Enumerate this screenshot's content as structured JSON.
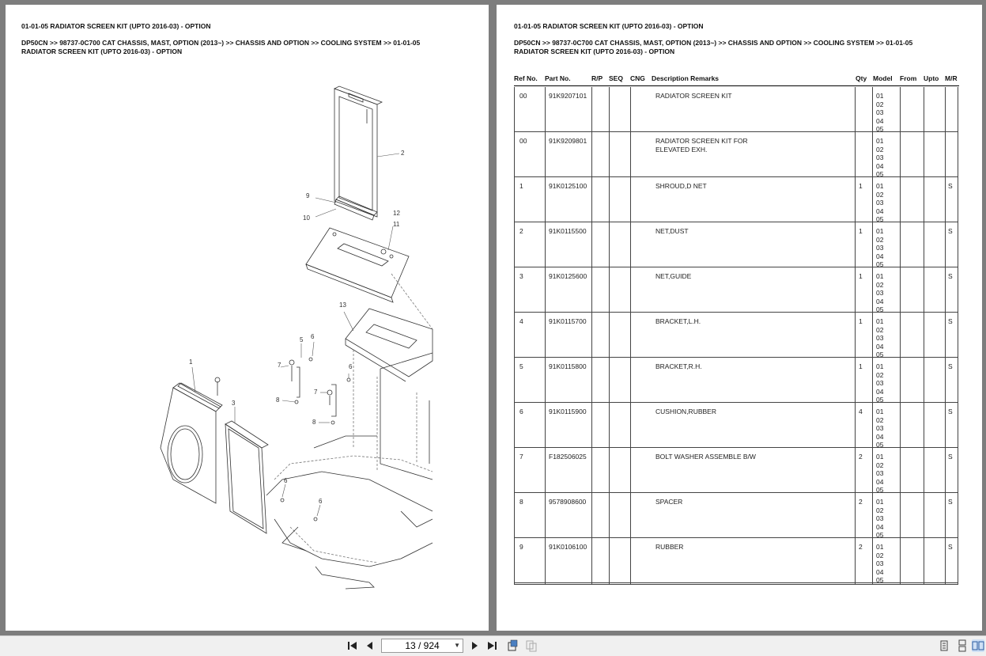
{
  "left_page": {
    "title": "01-01-05 RADIATOR SCREEN KIT (UPTO 2016-03) - OPTION",
    "breadcrumb_line1": "DP50CN >> 98737-0C700 CAT CHASSIS, MAST, OPTION (2013~) >> CHASSIS AND OPTION >> COOLING SYSTEM >> 01-01-05",
    "breadcrumb_line2": "RADIATOR SCREEN KIT (UPTO 2016-03) - OPTION",
    "callouts": [
      "2",
      "9",
      "10",
      "12",
      "11",
      "13",
      "1",
      "5",
      "6",
      "7",
      "6",
      "8",
      "7",
      "3",
      "8",
      "6",
      "6"
    ]
  },
  "right_page": {
    "title": "01-01-05 RADIATOR SCREEN KIT (UPTO 2016-03) - OPTION",
    "breadcrumb_line1": "DP50CN >> 98737-0C700 CAT CHASSIS, MAST, OPTION (2013~) >> CHASSIS AND OPTION >> COOLING SYSTEM >> 01-01-05",
    "breadcrumb_line2": "RADIATOR SCREEN KIT (UPTO 2016-03) - OPTION",
    "columns": [
      "Ref No.",
      "Part No.",
      "R/P",
      "SEQ",
      "CNG",
      "Description Remarks",
      "Qty",
      "Model",
      "From",
      "Upto",
      "M/R"
    ],
    "rows": [
      {
        "ref": "00",
        "part": "91K9207101",
        "desc1": "RADIATOR SCREEN KIT",
        "desc2": "",
        "qty": "",
        "models": [
          "01",
          "02",
          "03",
          "04",
          "05"
        ],
        "mr": ""
      },
      {
        "ref": "00",
        "part": "91K9209801",
        "desc1": "RADIATOR SCREEN KIT FOR",
        "desc2": "ELEVATED EXH.",
        "qty": "",
        "models": [
          "01",
          "02",
          "03",
          "04",
          "05"
        ],
        "mr": ""
      },
      {
        "ref": "1",
        "part": "91K0125100",
        "desc1": "SHROUD,D NET",
        "desc2": "",
        "qty": "1",
        "models": [
          "01",
          "02",
          "03",
          "04",
          "05"
        ],
        "mr": "S"
      },
      {
        "ref": "2",
        "part": "91K0115500",
        "desc1": "NET,DUST",
        "desc2": "",
        "qty": "1",
        "models": [
          "01",
          "02",
          "03",
          "04",
          "05"
        ],
        "mr": "S"
      },
      {
        "ref": "3",
        "part": "91K0125600",
        "desc1": "NET,GUIDE",
        "desc2": "",
        "qty": "1",
        "models": [
          "01",
          "02",
          "03",
          "04",
          "05"
        ],
        "mr": "S"
      },
      {
        "ref": "4",
        "part": "91K0115700",
        "desc1": "BRACKET,L.H.",
        "desc2": "",
        "qty": "1",
        "models": [
          "01",
          "02",
          "03",
          "04",
          "05"
        ],
        "mr": "S"
      },
      {
        "ref": "5",
        "part": "91K0115800",
        "desc1": "BRACKET,R.H.",
        "desc2": "",
        "qty": "1",
        "models": [
          "01",
          "02",
          "03",
          "04",
          "05"
        ],
        "mr": "S"
      },
      {
        "ref": "6",
        "part": "91K0115900",
        "desc1": "CUSHION,RUBBER",
        "desc2": "",
        "qty": "4",
        "models": [
          "01",
          "02",
          "03",
          "04",
          "05"
        ],
        "mr": "S"
      },
      {
        "ref": "7",
        "part": "F182506025",
        "desc1": "BOLT WASHER ASSEMBLE B/W",
        "desc2": "",
        "qty": "2",
        "models": [
          "01",
          "02",
          "03",
          "04",
          "05"
        ],
        "mr": "S"
      },
      {
        "ref": "8",
        "part": "9578908600",
        "desc1": "SPACER",
        "desc2": "",
        "qty": "2",
        "models": [
          "01",
          "02",
          "03",
          "04",
          "05"
        ],
        "mr": "S"
      },
      {
        "ref": "9",
        "part": "91K0106100",
        "desc1": "RUBBER",
        "desc2": "",
        "qty": "2",
        "models": [
          "01",
          "02",
          "03",
          "04",
          "05"
        ],
        "mr": "S"
      }
    ]
  },
  "toolbar": {
    "page_indicator": "13 / 924",
    "icons": [
      "first-page-icon",
      "prev-page-icon",
      "next-page-icon",
      "last-page-icon",
      "fit-page-icon",
      "two-page-icon",
      "single-page-view-icon",
      "continuous-view-icon",
      "facing-view-icon"
    ]
  },
  "colors": {
    "background": "#7d7d7d",
    "page": "#ffffff",
    "toolbar": "#f0f0f0"
  }
}
